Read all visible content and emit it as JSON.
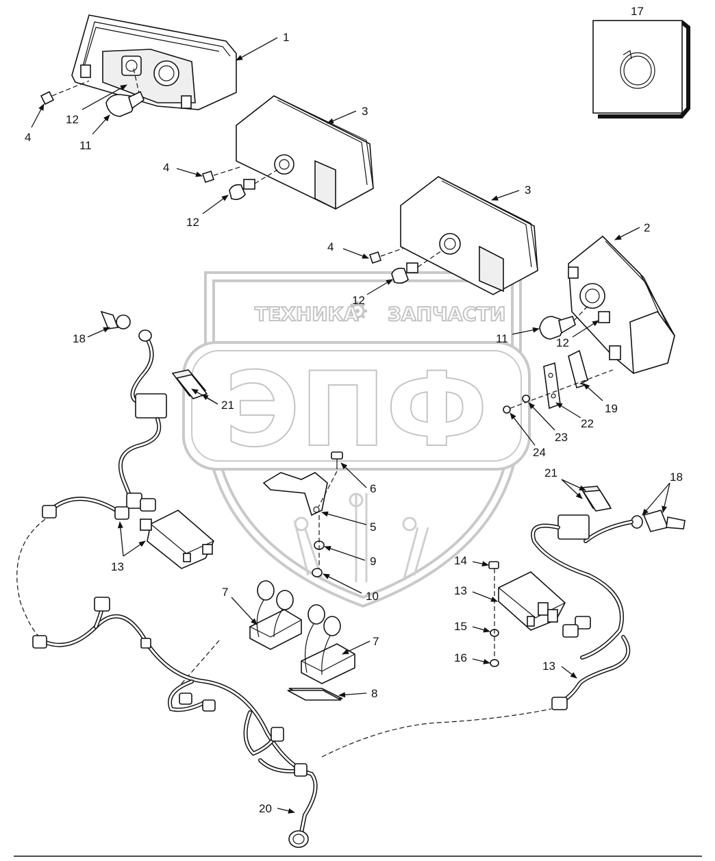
{
  "watermark": {
    "line1_left": "ТЕХНИКА",
    "line1_right": "ЗАПЧАСТИ",
    "monogram": "ЭПФ",
    "color": "#c9c9c9"
  },
  "callouts": {
    "c1": "1",
    "c2": "2",
    "c3a": "3",
    "c3b": "3",
    "c4a": "4",
    "c4b": "4",
    "c4c": "4",
    "c5": "5",
    "c6": "6",
    "c7a": "7",
    "c7b": "7",
    "c8": "8",
    "c9": "9",
    "c10": "10",
    "c11a": "11",
    "c11b": "11",
    "c12a": "12",
    "c12b": "12",
    "c12c": "12",
    "c12d": "12",
    "c13a": "13",
    "c13b": "13",
    "c13c": "13",
    "c14": "14",
    "c15": "15",
    "c16": "16",
    "c17": "17",
    "c18a": "18",
    "c18b": "18",
    "c19": "19",
    "c20": "20",
    "c21a": "21",
    "c21b": "21",
    "c22": "22",
    "c23": "23",
    "c24": "24"
  }
}
